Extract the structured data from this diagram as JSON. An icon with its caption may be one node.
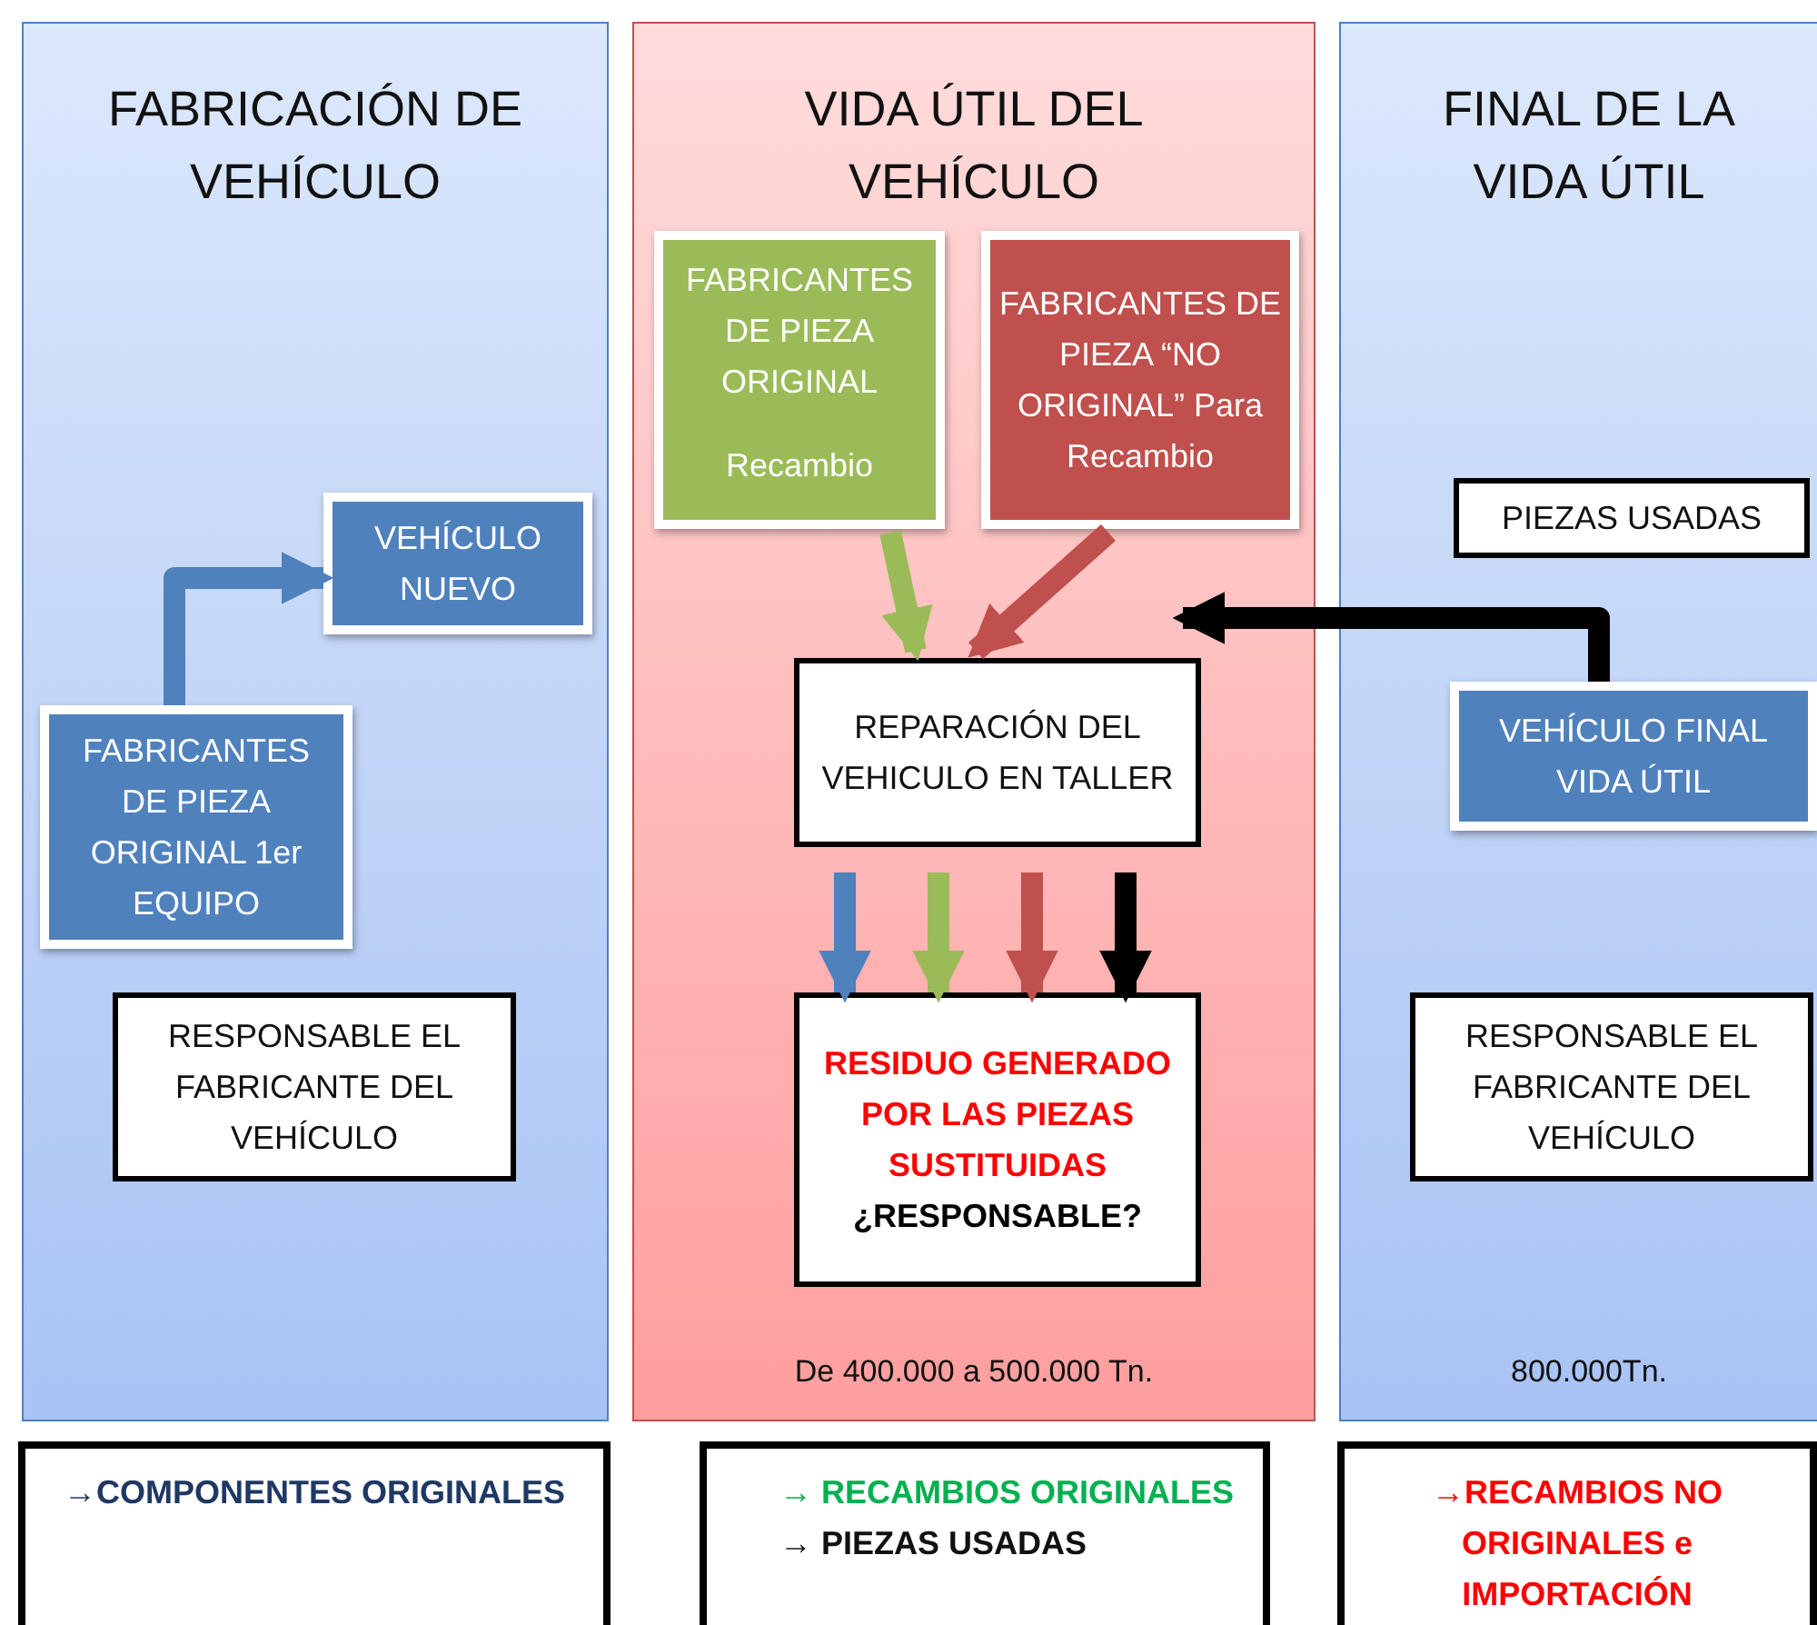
{
  "diagram": {
    "nodes": [
      {
        "text": [
          "FABRICACIÓN DE VEHÍCULO"
        ]
      },
      {
        "text": [
          "VEHÍCULO NUEVO"
        ],
        "in": 0
      },
      {
        "text": [
          "FABRICANTES DE PIEZA ORIGINAL 1er EQUIPO"
        ],
        "in": 0
      },
      {
        "text": [
          "RESPONSABLE EL FABRICANTE DEL VEHÍCULO"
        ],
        "in": 0
      },
      {
        "text": [
          "VIDA ÚTIL DEL VEHÍCULO",
          "De 400.000 a 500.000 Tn."
        ]
      },
      {
        "text": [
          "FABRICANTES DE PIEZA ORIGINAL",
          "Recambio"
        ],
        "in": 4
      },
      {
        "text": [
          "FABRICANTES DE PIEZA “NO ORIGINAL” Para Recambio"
        ],
        "in": 4
      },
      {
        "text": [
          "REPARACIÓN DEL VEHICULO EN TALLER"
        ],
        "in": 4
      },
      {
        "text": [
          "RESIDUO GENERADO POR LAS PIEZAS SUSTITUIDAS",
          "¿RESPONSABLE?"
        ],
        "in": 4
      },
      {
        "text": [
          "FINAL DE LA VIDA ÚTIL",
          "800.000Tn."
        ]
      },
      {
        "text": [
          "PIEZAS USADAS"
        ],
        "in": 9
      },
      {
        "text": [
          "VEHÍCULO FINAL VIDA ÚTIL"
        ],
        "in": 9
      },
      {
        "text": [
          "RESPONSABLE EL FABRICANTE DEL VEHÍCULO"
        ],
        "in": 9
      },
      {
        "text": [
          "→COMPONENTES ORIGINALES"
        ]
      },
      {
        "text": [
          "→ RECAMBIOS ORIGINALES",
          "→ PIEZAS USADAS"
        ]
      },
      {
        "text": [
          "→RECAMBIOS NO ORIGINALES e IMPORTACIÓN"
        ]
      }
    ],
    "edges": [
      {
        "from": 2,
        "to": 1,
        "arrow": "to",
        "color": "#4f81bd"
      },
      {
        "from": 5,
        "to": 7,
        "arrow": "to",
        "color": "#9bbb59"
      },
      {
        "from": 6,
        "to": 7,
        "arrow": "to",
        "color": "#c0504d"
      },
      {
        "from": 11,
        "to": 7,
        "arrow": "to",
        "color": "#000000"
      },
      {
        "from": 7,
        "to": 8,
        "arrow": "to",
        "color": "#4f81bd"
      },
      {
        "from": 7,
        "to": 8,
        "arrow": "to",
        "color": "#9bbb59"
      },
      {
        "from": 7,
        "to": 8,
        "arrow": "to",
        "color": "#c0504d"
      },
      {
        "from": 7,
        "to": 8,
        "arrow": "to",
        "color": "#000000"
      }
    ]
  }
}
